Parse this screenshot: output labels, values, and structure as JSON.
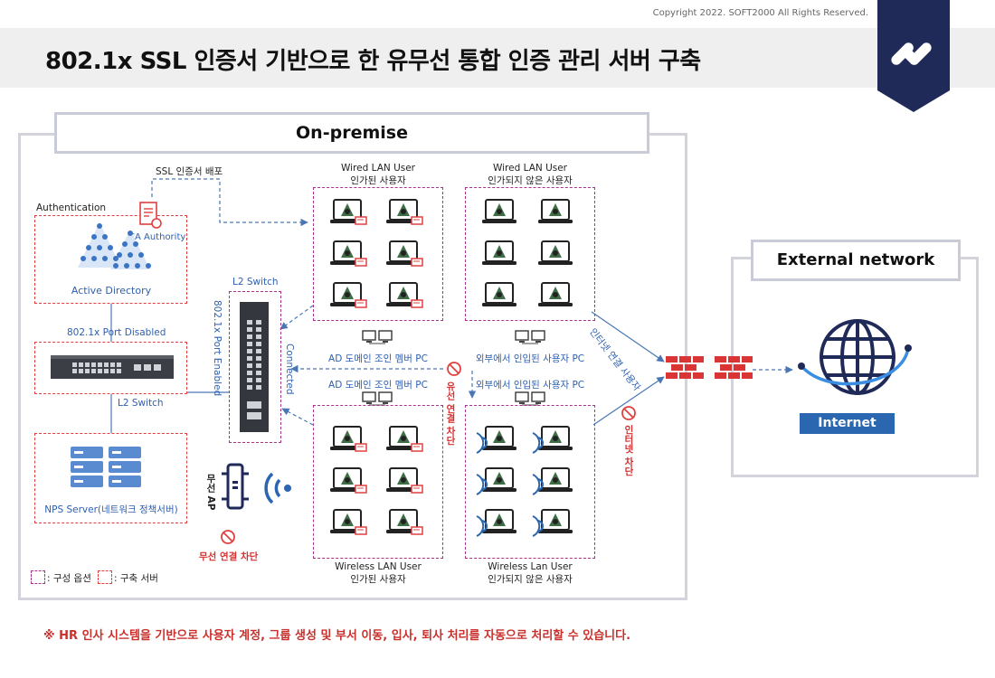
{
  "header": {
    "copyright": "Copyright 2022. SOFT2000 All Rights Reserved.",
    "title": "802.1x SSL 인증서 기반으로 한 유무선 통합 인증 관리 서버 구축"
  },
  "on_premise": {
    "label": "On-premise",
    "ssl_deploy_label": "SSL 인증서 배포",
    "authentication_label": "Authentication",
    "ca_authority_label": "CA Authority",
    "active_directory_label": "Active Directory",
    "port_disabled_label": "802.1x Port Disabled",
    "l2_switch_bottom_label": "L2 Switch",
    "l2_switch_top_label": "L2 Switch",
    "port_enabled_label": "802.1x Port Enabled",
    "connected_label": "Connected",
    "nps_label": "NPS Server(네트워크 정책서버)",
    "ap_label": "무선 AP",
    "wireless_block_label": "무선 연결 차단",
    "legend_option": ": 구성 옵션",
    "legend_server": ": 구축 서버"
  },
  "groups": {
    "wired_auth_title": "Wired LAN User",
    "wired_auth_sub": "인가된 사용자",
    "wired_unauth_title": "Wired LAN User",
    "wired_unauth_sub": "인가되지 않은 사용자",
    "ad_pc_top": "AD 도메인 조인 멤버 PC",
    "external_pc_top": "외부에서 인입된 사용자 PC",
    "ad_pc_bottom": "AD 도메인 조인 멤버 PC",
    "external_pc_bottom": "외부에서 인입된 사용자 PC",
    "wireless_auth_title": "Wireless LAN  User",
    "wireless_auth_sub": "인가된 사용자",
    "wireless_unauth_title": "Wireless Lan User",
    "wireless_unauth_sub": "인가되지 않은 사용자",
    "wired_block_label": "유선 연결 차단",
    "internet_user_label": "인터넷 연결 사용자",
    "internet_block_label": "인터넷 차단"
  },
  "external": {
    "label": "External network",
    "internet_label": "Internet"
  },
  "footnote": "※ HR 인사 시스템을 기반으로 사용자 계정, 그룹 생성 및 부서 이동, 입사, 퇴사 처리를 자동으로 처리할 수 있습니다.",
  "colors": {
    "option_border": "#a8328c",
    "server_border": "#e0403f",
    "internet_blue": "#2b66b1",
    "logo_navy": "#1f2a58",
    "firewall_red": "#d93535"
  }
}
